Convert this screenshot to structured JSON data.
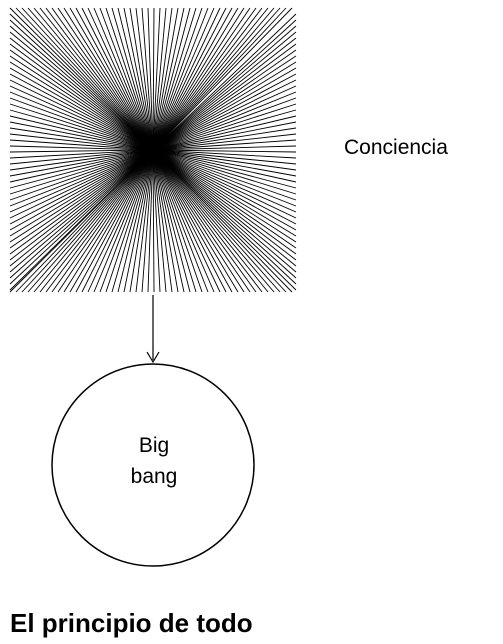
{
  "diagram": {
    "starburst": {
      "name": "consciousness-starburst",
      "color": "#000000"
    },
    "conciencia_label": "Conciencia",
    "big_bang": {
      "line1": "Big",
      "line2": "bang"
    },
    "title": "El principio de todo"
  }
}
